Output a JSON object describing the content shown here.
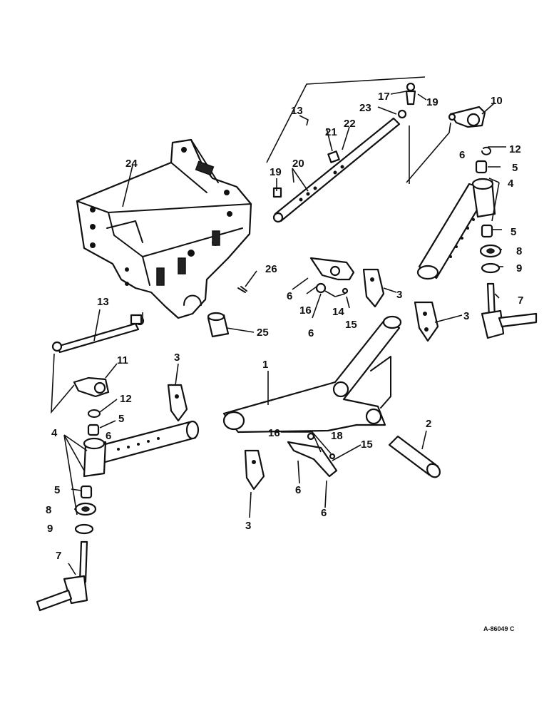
{
  "callouts": {
    "c1": "1",
    "c2": "2",
    "c3a": "3",
    "c3b": "3",
    "c3c": "3",
    "c3d": "3",
    "c4a": "4",
    "c4b": "4",
    "c5a": "5",
    "c5b": "5",
    "c5c": "5",
    "c5d": "5",
    "c6a": "6",
    "c6b": "6",
    "c6c": "6",
    "c6d": "6",
    "c6e": "6",
    "c6f": "6",
    "c7a": "7",
    "c7b": "7",
    "c8a": "8",
    "c8b": "8",
    "c9a": "9",
    "c9b": "9",
    "c10": "10",
    "c11": "11",
    "c12a": "12",
    "c12b": "12",
    "c13a": "13",
    "c13b": "13",
    "c14": "14",
    "c15a": "15",
    "c15b": "15",
    "c16a": "16",
    "c16b": "16",
    "c17": "17",
    "c18": "18",
    "c19a": "19",
    "c19b": "19",
    "c20": "20",
    "c21": "21",
    "c22": "22",
    "c23": "23",
    "c24": "24",
    "c25": "25",
    "c26": "26"
  },
  "reference_code": "A-86049 C"
}
